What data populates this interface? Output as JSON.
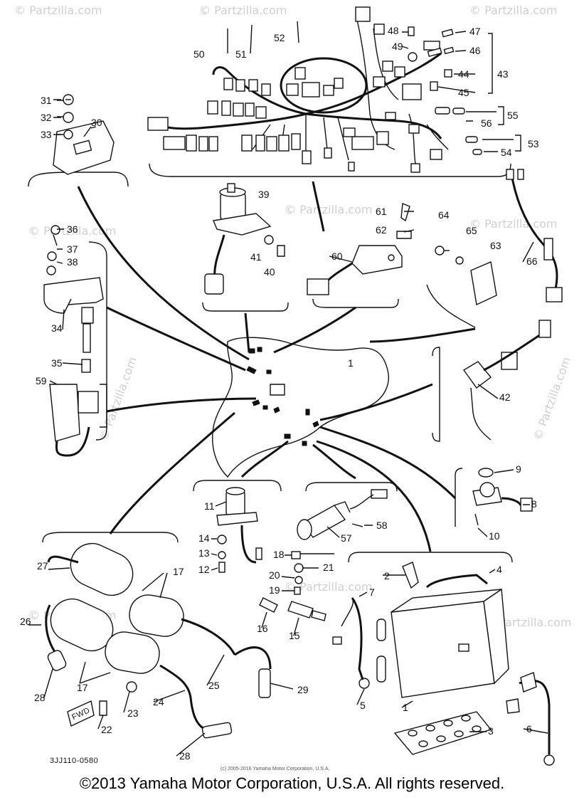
{
  "watermark": "© Partzilla.com",
  "diagram_code": "3JJ110-0580",
  "fwd_label": "FWD",
  "small_copyright": "(c) 2005-2016 Yamaha Motor Corporation, U.S.A.",
  "copyright": "©2013 Yamaha Motor Corporation, U.S.A. All rights reserved.",
  "callouts": {
    "c1a": "1",
    "c1b": "1",
    "c2": "2",
    "c3": "3",
    "c4": "4",
    "c5": "5",
    "c6": "6",
    "c7": "7",
    "c8": "8",
    "c9": "9",
    "c10": "10",
    "c11": "11",
    "c12": "12",
    "c13": "13",
    "c14": "14",
    "c15": "15",
    "c16": "16",
    "c17a": "17",
    "c17b": "17",
    "c18": "18",
    "c19": "19",
    "c20": "20",
    "c21": "21",
    "c22": "22",
    "c23": "23",
    "c24": "24",
    "c25": "25",
    "c26": "26",
    "c27": "27",
    "c28a": "28",
    "c28b": "28",
    "c29": "29",
    "c30": "30",
    "c31": "31",
    "c32": "32",
    "c33": "33",
    "c34": "34",
    "c35": "35",
    "c36": "36",
    "c37": "37",
    "c38": "38",
    "c39": "39",
    "c40": "40",
    "c41": "41",
    "c42": "42",
    "c43": "43",
    "c44": "44",
    "c45": "45",
    "c46": "46",
    "c47": "47",
    "c48": "48",
    "c49": "49",
    "c50": "50",
    "c51": "51",
    "c52": "52",
    "c53": "53",
    "c54": "54",
    "c55": "55",
    "c56": "56",
    "c57": "57",
    "c58": "58",
    "c59": "59",
    "c60": "60",
    "c61": "61",
    "c62": "62",
    "c63": "63",
    "c64": "64",
    "c65": "65",
    "c66": "66"
  }
}
